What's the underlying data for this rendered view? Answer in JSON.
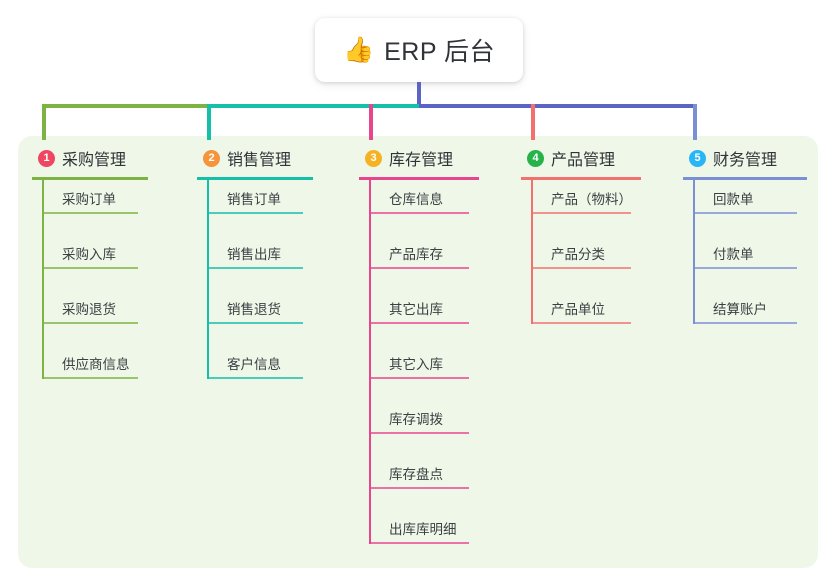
{
  "root": {
    "icon": "thumbs-up-emoji",
    "emoji": "👍",
    "title": "ERP 后台"
  },
  "palette": {
    "panel_background": "#eff7e9",
    "page_background": "#ffffff",
    "root_stem": "#5b63c4",
    "bus_left": "#7cb342",
    "bus_mid": "#16bfa8",
    "bus_right": "#5b63c4"
  },
  "columns": [
    {
      "index": "1",
      "title": "采购管理",
      "badge_color": "#ef4661",
      "line_color": "#7cb342",
      "items": [
        "采购订单",
        "采购入库",
        "采购退货",
        "供应商信息"
      ]
    },
    {
      "index": "2",
      "title": "销售管理",
      "badge_color": "#f5943b",
      "line_color": "#16bfa8",
      "items": [
        "销售订单",
        "销售出库",
        "销售退货",
        "客户信息"
      ]
    },
    {
      "index": "3",
      "title": "库存管理",
      "badge_color": "#f5b324",
      "line_color": "#e8458f",
      "items": [
        "仓库信息",
        "产品库存",
        "其它出库",
        "其它入库",
        "库存调拨",
        "库存盘点",
        "出库库明细"
      ]
    },
    {
      "index": "4",
      "title": "产品管理",
      "badge_color": "#27b34a",
      "line_color": "#f2706e",
      "items": [
        "产品（物料）",
        "产品分类",
        "产品单位"
      ]
    },
    {
      "index": "5",
      "title": "财务管理",
      "badge_color": "#29b6f6",
      "line_color": "#7b8fd4",
      "items": [
        "回款单",
        "付款单",
        "结算账户"
      ]
    }
  ]
}
